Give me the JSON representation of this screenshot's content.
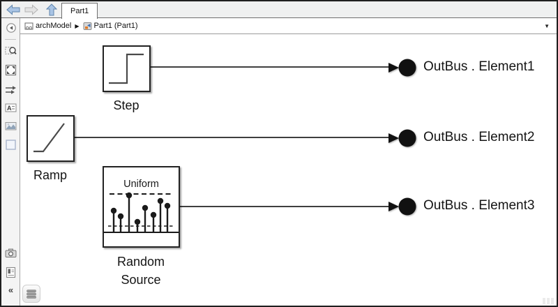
{
  "app": {
    "tab": {
      "label": "Part1"
    },
    "breadcrumb": {
      "root": "archModel",
      "current": "Part1 (Part1)"
    },
    "glyphs": {
      "breadcrumb_separator": "▶",
      "dropdown": "▼",
      "collapse": "«",
      "annotation_letter": "A"
    },
    "nav_icons": [
      "back-arrow",
      "forward-arrow",
      "up-arrow"
    ],
    "left_toolbar_icons": [
      "show-explorer-circle",
      "zoom-region",
      "fit-to-view",
      "route-arrows",
      "annotation",
      "image",
      "area-box",
      "camera",
      "report",
      "collapse-panel"
    ]
  },
  "canvas": {
    "blocks": [
      {
        "name": "step",
        "label": "Step"
      },
      {
        "name": "ramp",
        "label": "Ramp"
      },
      {
        "name": "random-source",
        "label": "Random Source",
        "annotation": "Uniform"
      }
    ],
    "out_ports": [
      {
        "label": "OutBus . Element1"
      },
      {
        "label": "OutBus . Element2"
      },
      {
        "label": "OutBus . Element3"
      }
    ]
  },
  "colors": {
    "wire": "#3f3f3f",
    "block_border": "#222222",
    "port_fill": "#111111",
    "nav_arrow_enabled_fill": "#a9c4e4",
    "nav_arrow_enabled_stroke": "#5f85ad",
    "nav_arrow_disabled_fill": "#e3e3e3",
    "toolbar_bg": "#f4f4f4",
    "tabstrip_bg": "#eff0f0"
  }
}
